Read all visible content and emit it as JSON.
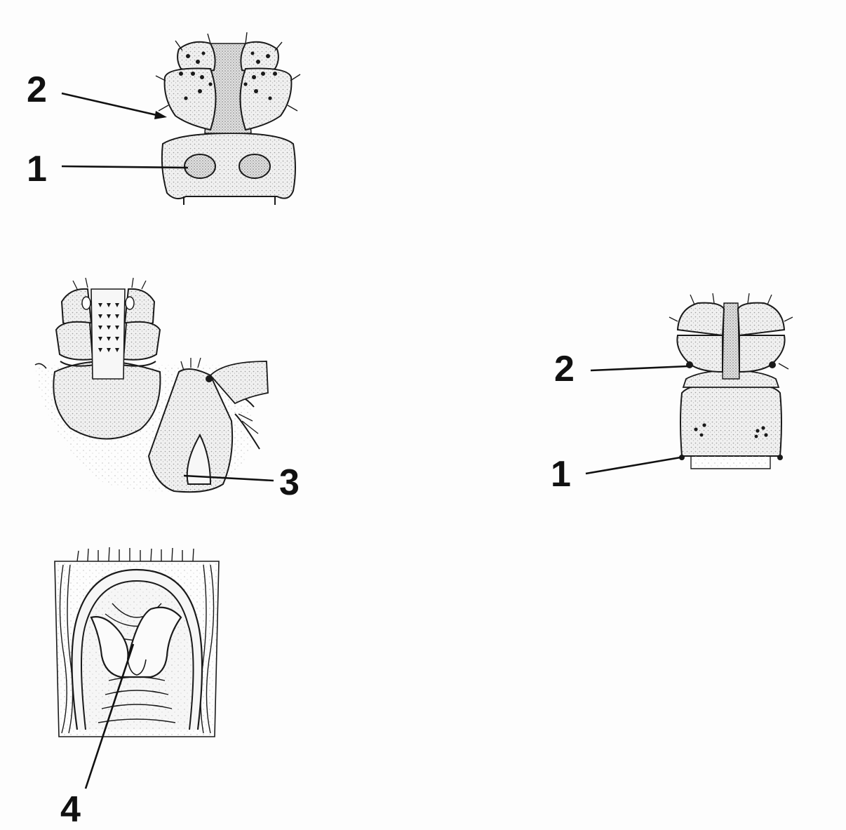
{
  "labels": {
    "fig_a": {
      "top": "2",
      "bottom": "1"
    },
    "fig_b": {
      "pointer": "3"
    },
    "fig_c": {
      "pointer": "4"
    },
    "fig_d": {
      "top": "2",
      "bottom": "1"
    }
  },
  "colors": {
    "ink": "#1a1a1a",
    "paper": "#fdfdfd",
    "stipple": "#bdbdbd"
  }
}
